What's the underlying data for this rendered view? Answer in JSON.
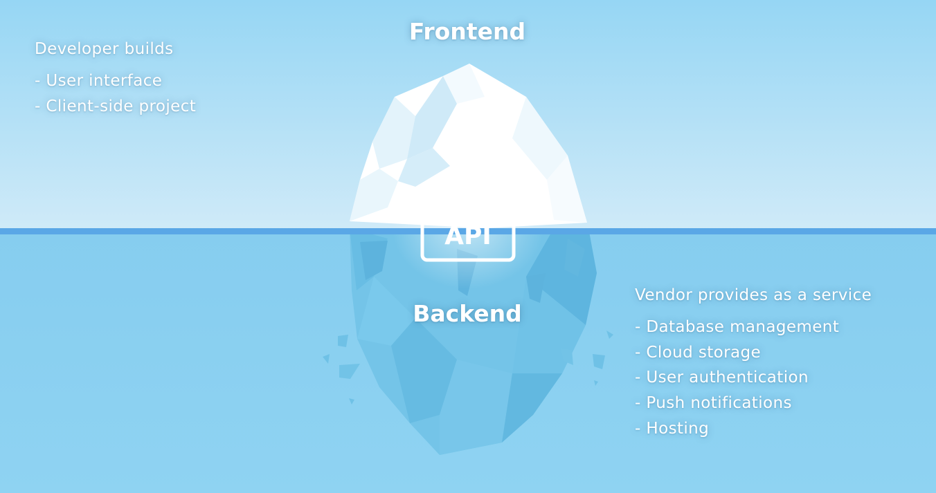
{
  "diagram": {
    "frontend_title": "Frontend",
    "backend_title": "Backend",
    "api_label": "API",
    "developer": {
      "intro": "Developer builds",
      "items": [
        "- User interface",
        "- Client-side project"
      ]
    },
    "vendor": {
      "intro": "Vendor provides as a service",
      "items": [
        "- Database management",
        "- Cloud storage",
        "- User authentication",
        "- Push notifications",
        "- Hosting"
      ]
    }
  },
  "colors": {
    "sky_top": "#9ad9f5",
    "sky_bottom": "#cdebf8",
    "water": "#8ed3f2",
    "waterline": "#5aa7e6",
    "iceberg_light": "#ffffff",
    "iceberg_shadow": "#d7eef9",
    "iceberg_underwater": "#6cc1e6",
    "text": "#ffffff"
  },
  "icons": [
    "api-window-icon",
    "iceberg-illustration"
  ]
}
